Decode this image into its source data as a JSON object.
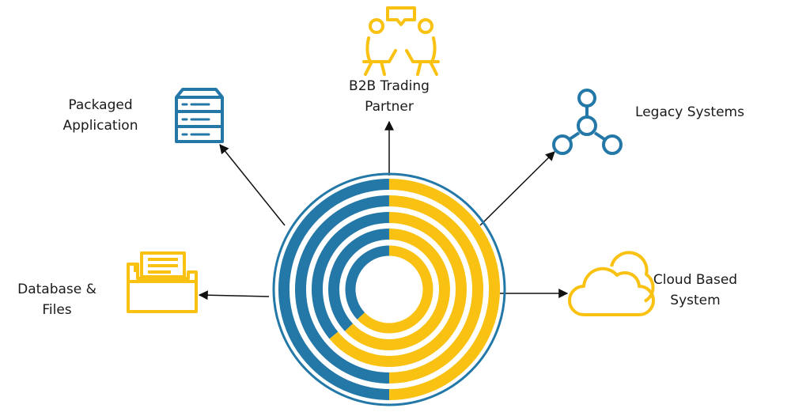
{
  "colors": {
    "blue": "#2378A8",
    "yellow": "#F9C213",
    "arrow": "#111111"
  },
  "nodes": {
    "b2b": {
      "line1": "B2B Trading",
      "line2": "Partner",
      "icon": "meeting-icon"
    },
    "packaged": {
      "line1": "Packaged",
      "line2": "Application",
      "icon": "server-icon"
    },
    "legacy": {
      "line1": "Legacy Systems",
      "icon": "network-nodes-icon"
    },
    "database": {
      "line1": "Database &",
      "line2": "Files",
      "icon": "file-folder-icon"
    },
    "cloud": {
      "line1": "Cloud Based",
      "line2": "System",
      "icon": "cloud-icon"
    }
  },
  "hub": {
    "rings": [
      {
        "blue_fraction": 0.5
      },
      {
        "blue_fraction": 0.5
      },
      {
        "blue_fraction": 0.36
      },
      {
        "blue_fraction": 0.37
      },
      {
        "blue_fraction": 0.37
      }
    ]
  }
}
